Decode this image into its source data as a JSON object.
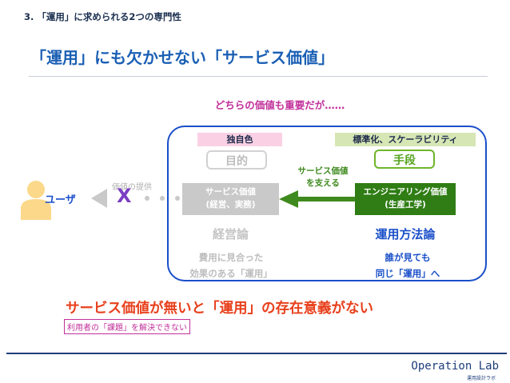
{
  "header": {
    "section": "3. 「運用」に求められる2つの専門性",
    "title": "「運用」にも欠かせない「サービス価値」"
  },
  "diagram": {
    "subheading": "どちらの価値も重要だが……",
    "tags": {
      "unique": "独自色",
      "standard": "標準化、スケーラビリティ"
    },
    "purpose_label": "目的",
    "means_label": "手段",
    "user_label": "ユーザ",
    "value_provide_label": "価値の提供",
    "x_mark": "X",
    "service_box": {
      "line1": "サービス価値",
      "line2": "(経営、実務)"
    },
    "eng_box": {
      "line1": "エンジニアリング価値",
      "line2": "(生産工学)"
    },
    "supports": {
      "line1": "サービス価値",
      "line2": "を支える"
    },
    "mgmt_theory": "経営論",
    "ops_theory": "運用方法論",
    "mgmt_desc": {
      "line1": "費用に見合った",
      "line2": "効果のある「運用」"
    },
    "ops_desc": {
      "line1": "誰が見ても",
      "line2": "同じ「運用」へ"
    }
  },
  "conclusion": {
    "main": "サービス価値が無いと「運用」の存在意義がない",
    "sub": "利用者の「課題」を解決できない"
  },
  "footer": {
    "brand": "Operation Lab",
    "brand_sub": "運用設計ラボ"
  },
  "colors": {
    "accent_blue": "#1a4fc9",
    "green": "#2f7d14",
    "magenta": "#c2309a",
    "red": "#e8401c",
    "gray": "#c9c9c9"
  }
}
